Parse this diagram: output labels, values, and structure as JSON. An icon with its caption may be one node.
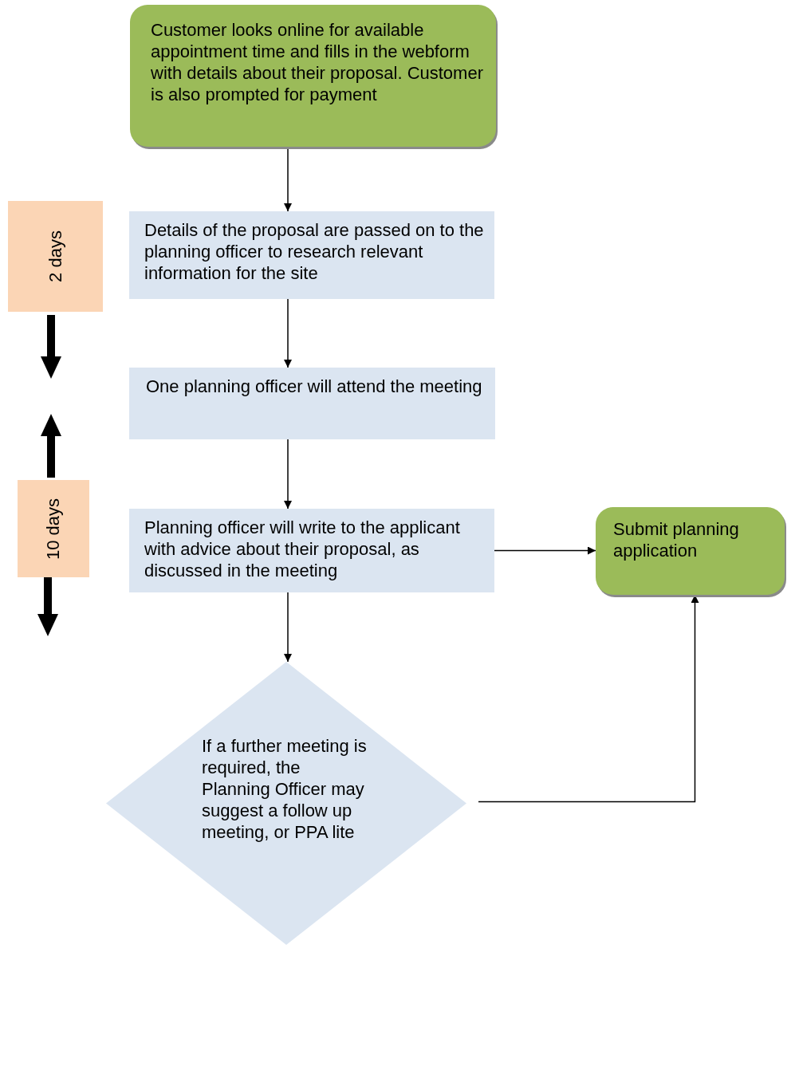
{
  "diagram": {
    "nodes": [
      {
        "text": [
          "Customer looks online for available appointment time and fills in the webform with details about their proposal. Customer is also prompted for payment"
        ]
      },
      {
        "text": [
          "Details of the proposal are passed on to the planning officer to research relevant information for the site"
        ]
      },
      {
        "text": [
          "One planning officer will attend the meeting"
        ]
      },
      {
        "text": [
          "Planning officer will write to the applicant with advice about their proposal, as discussed in the meeting"
        ]
      },
      {
        "text": [
          "Submit planning application"
        ]
      },
      {
        "text": [
          "If a further meeting is required, the Planning Officer may suggest a follow up meeting, or PPA lite"
        ]
      },
      {
        "text": [
          "2 days"
        ]
      },
      {
        "text": [
          "10 days"
        ]
      }
    ],
    "edges": [
      {
        "from": 0,
        "to": 1,
        "arrow": "to"
      },
      {
        "from": 1,
        "to": 2,
        "arrow": "to"
      },
      {
        "from": 2,
        "to": 3,
        "arrow": "to"
      },
      {
        "from": 3,
        "to": 4,
        "arrow": "to"
      },
      {
        "from": 3,
        "to": 5,
        "arrow": "to"
      },
      {
        "from": 5,
        "to": 4,
        "arrow": "to"
      }
    ]
  }
}
